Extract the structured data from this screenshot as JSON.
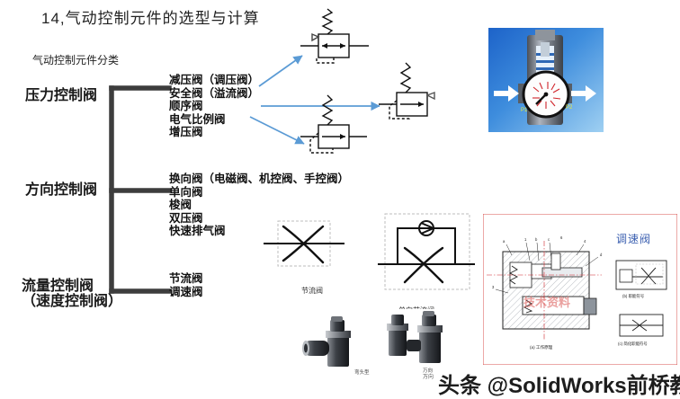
{
  "title": "14,气动控制元件的选型与计算",
  "subtitle": "气动控制元件分类",
  "categories": [
    {
      "key": "pressure",
      "label": "压力控制阀"
    },
    {
      "key": "direction",
      "label": "方向控制阀"
    },
    {
      "key": "flow",
      "label": "流量控制阀\n（速度控制阀）"
    }
  ],
  "groups": {
    "pressure": {
      "items": [
        "减压阀（调压阀）",
        "安全阀（溢流阀）",
        "顺序阀",
        "电气比例阀",
        "增压阀"
      ]
    },
    "direction": {
      "items": [
        "换向阀（电磁阀、机控阀、手控阀）",
        "单向阀",
        "梭阀",
        "双压阀",
        "快速排气阀"
      ]
    },
    "flow": {
      "items": [
        "节流阀",
        "调速阀"
      ]
    }
  },
  "symbols": {
    "throttle_caption": "节流阀",
    "check_throttle_caption": "单向节流阀",
    "tech_title": "调速阀"
  },
  "photos": {
    "regulator_alt": "pressure-regulator-cutaway-photo",
    "product_1_caption": "弯头型",
    "product_2_caption": "万向",
    "tech_alt": "speed-control-valve-section-drawing"
  },
  "watermark": {
    "text": "头条 @SolidWorks前桥教育",
    "small": "万向",
    "center": "技术资料"
  },
  "colors": {
    "arrow_blue": "#5B9BD5",
    "tech_title_blue": "#3A5FB0",
    "bracket": "#3d3d3d",
    "background": "#FFFFFF"
  }
}
